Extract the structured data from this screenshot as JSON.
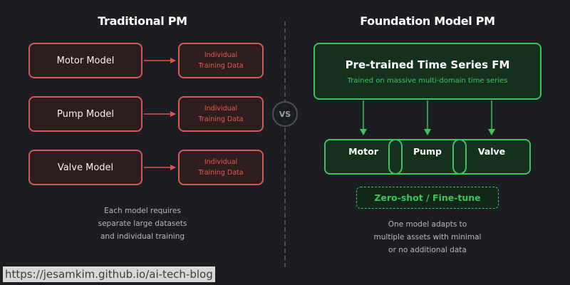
{
  "left": {
    "title": "Traditional PM",
    "models": [
      "Motor Model",
      "Pump Model",
      "Valve Model"
    ],
    "data_line1": "Individual",
    "data_line2": "Training Data",
    "note": [
      "Each model requires",
      "separate large datasets",
      "and individual training"
    ]
  },
  "vs": "VS",
  "right": {
    "title": "Foundation Model PM",
    "fm_title": "Pre-trained Time Series FM",
    "fm_subtitle": "Trained on massive multi-domain time series",
    "assets": [
      "Motor",
      "Pump",
      "Valve"
    ],
    "mode": "Zero-shot / Fine-tune",
    "note": [
      "One model adapts to",
      "multiple assets with minimal",
      "or no additional data"
    ]
  },
  "watermark": "https://jesamkim.github.io/ai-tech-blog",
  "colors": {
    "background": "#1b1d22",
    "traditional": "#d05a55",
    "foundation": "#3ec45a",
    "divider": "#4b4f57"
  }
}
